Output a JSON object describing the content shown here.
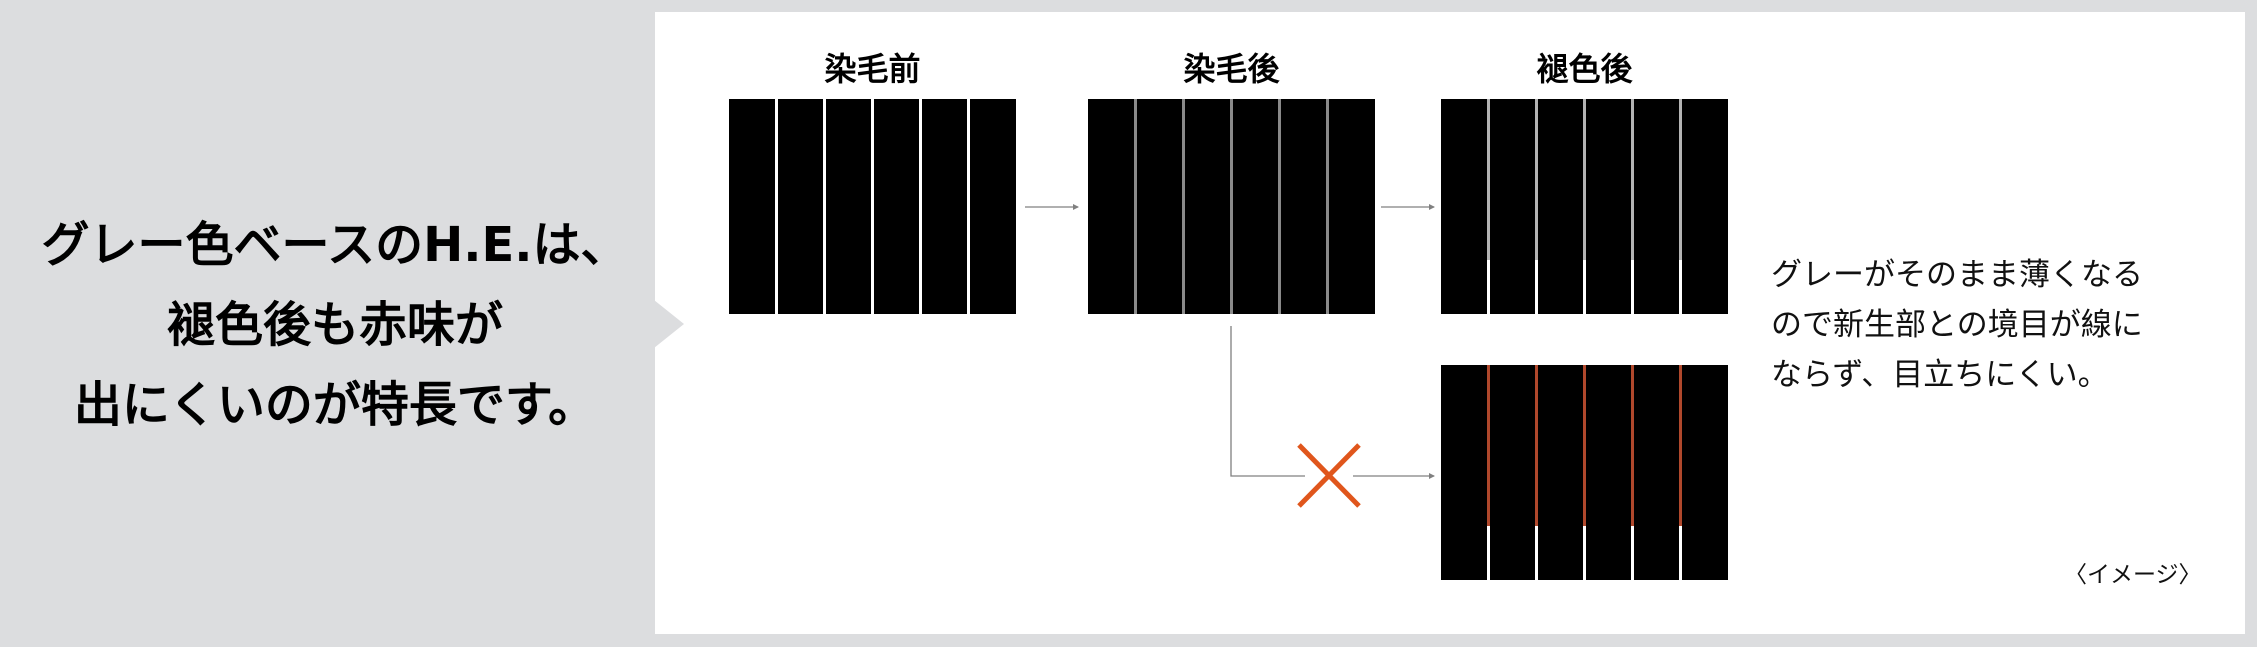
{
  "headline": {
    "lines": [
      "グレー色ベースのH.E.は、",
      "褪色後も赤味が",
      "出にくいのが特長です。"
    ]
  },
  "stages": [
    {
      "label": "染毛前",
      "gap_color": "#ffffff",
      "fade_fraction": 0
    },
    {
      "label": "染毛後",
      "gap_color": "#8a8a8a",
      "fade_fraction": 0
    },
    {
      "label": "褪色後",
      "gap_color": "#b4b4b4",
      "fade_fraction": 0.25
    },
    {
      "label": "",
      "gap_color": "#b0482c",
      "fade_fraction": 0.25
    }
  ],
  "colors": {
    "cross": "#e0561c",
    "arrow": "#808080",
    "fade_gap": "#ffffff"
  },
  "note": {
    "lines": [
      "グレーがそのまま薄くなる",
      "ので新生部との境目が線に",
      "ならず、目立ちにくい。"
    ]
  },
  "image_label": "〈イメージ〉"
}
